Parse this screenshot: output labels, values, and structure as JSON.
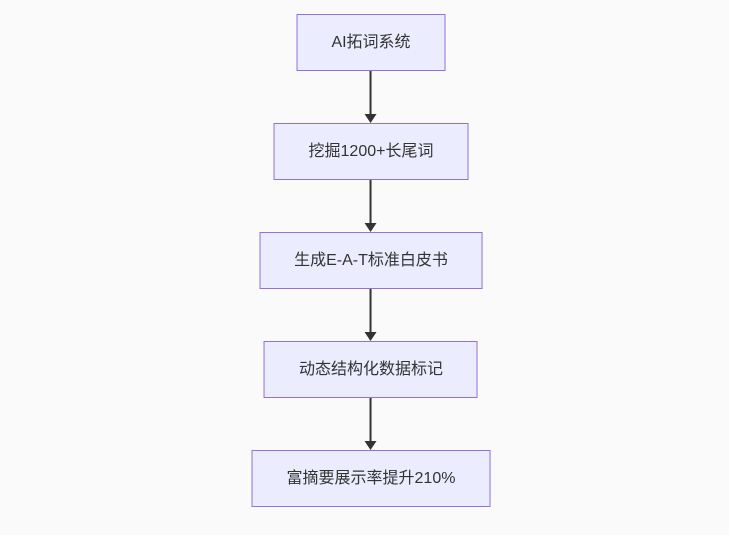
{
  "diagram": {
    "type": "flowchart",
    "direction": "top-down",
    "nodes": [
      {
        "id": "A",
        "label": "AI拓词系统"
      },
      {
        "id": "B",
        "label": "挖掘1200+长尾词"
      },
      {
        "id": "C",
        "label": "生成E-A-T标准白皮书"
      },
      {
        "id": "D",
        "label": "动态结构化数据标记"
      },
      {
        "id": "E",
        "label": "富摘要展示率提升210%"
      }
    ],
    "edges": [
      {
        "from": "A",
        "to": "B"
      },
      {
        "from": "B",
        "to": "C"
      },
      {
        "from": "C",
        "to": "D"
      },
      {
        "from": "D",
        "to": "E"
      }
    ],
    "colors": {
      "background": "#fafafa",
      "node_fill": "#ECECFF",
      "node_border": "#9370DB",
      "node_text": "#333333",
      "arrow": "#333333"
    }
  }
}
